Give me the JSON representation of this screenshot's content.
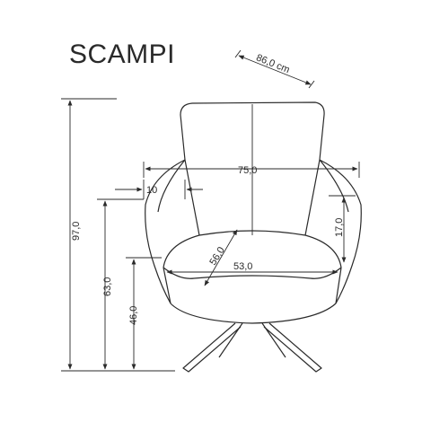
{
  "product": {
    "name": "SCAMPI"
  },
  "dimensions": {
    "depth": "86,0 cm",
    "width": "75,0",
    "armrest_width": "10",
    "armrest_height": "17,0",
    "seat_depth": "56,0",
    "seat_width": "53,0",
    "total_height": "97,0",
    "armrest_floor_height": "63,0",
    "seat_height": "46,0"
  },
  "colors": {
    "line": "#2a2a2a",
    "background": "#ffffff"
  }
}
